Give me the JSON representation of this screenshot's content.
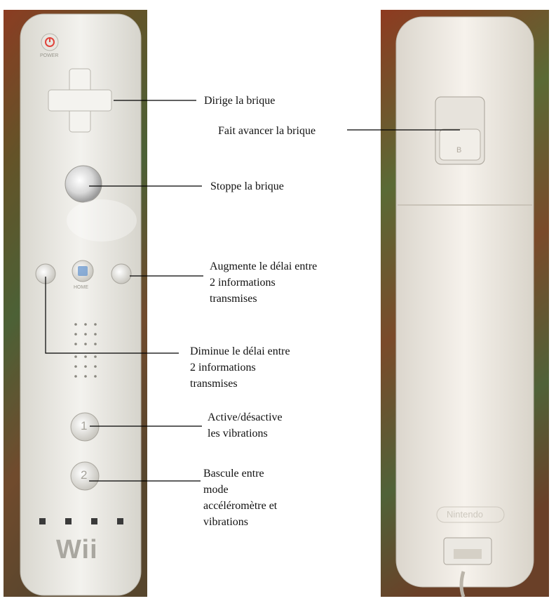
{
  "remote_front": {
    "power_label": "POWER",
    "home_label": "HOME",
    "button_1": "1",
    "button_2": "2",
    "logo": "Wii",
    "colors": {
      "body": "#ecebe6",
      "power_icon": "#e0433b",
      "blanket": "#6a4a2c"
    }
  },
  "remote_back": {
    "b_button": "B",
    "brand": "Nintendo",
    "colors": {
      "body": "#f0ece6"
    }
  },
  "annotations": {
    "dpad": "Dirige la brique",
    "b_button": "Fait avancer la brique",
    "a_button": "Stoppe la brique",
    "plus_button": [
      "Augmente le délai entre",
      "2 informations",
      "transmises"
    ],
    "minus_button": [
      "Diminue le délai entre",
      "2 informations",
      "transmises"
    ],
    "button_1": [
      "Active/désactive",
      "les vibrations"
    ],
    "button_2": [
      "Bascule entre",
      "mode",
      "accéléromètre et",
      "vibrations"
    ]
  }
}
